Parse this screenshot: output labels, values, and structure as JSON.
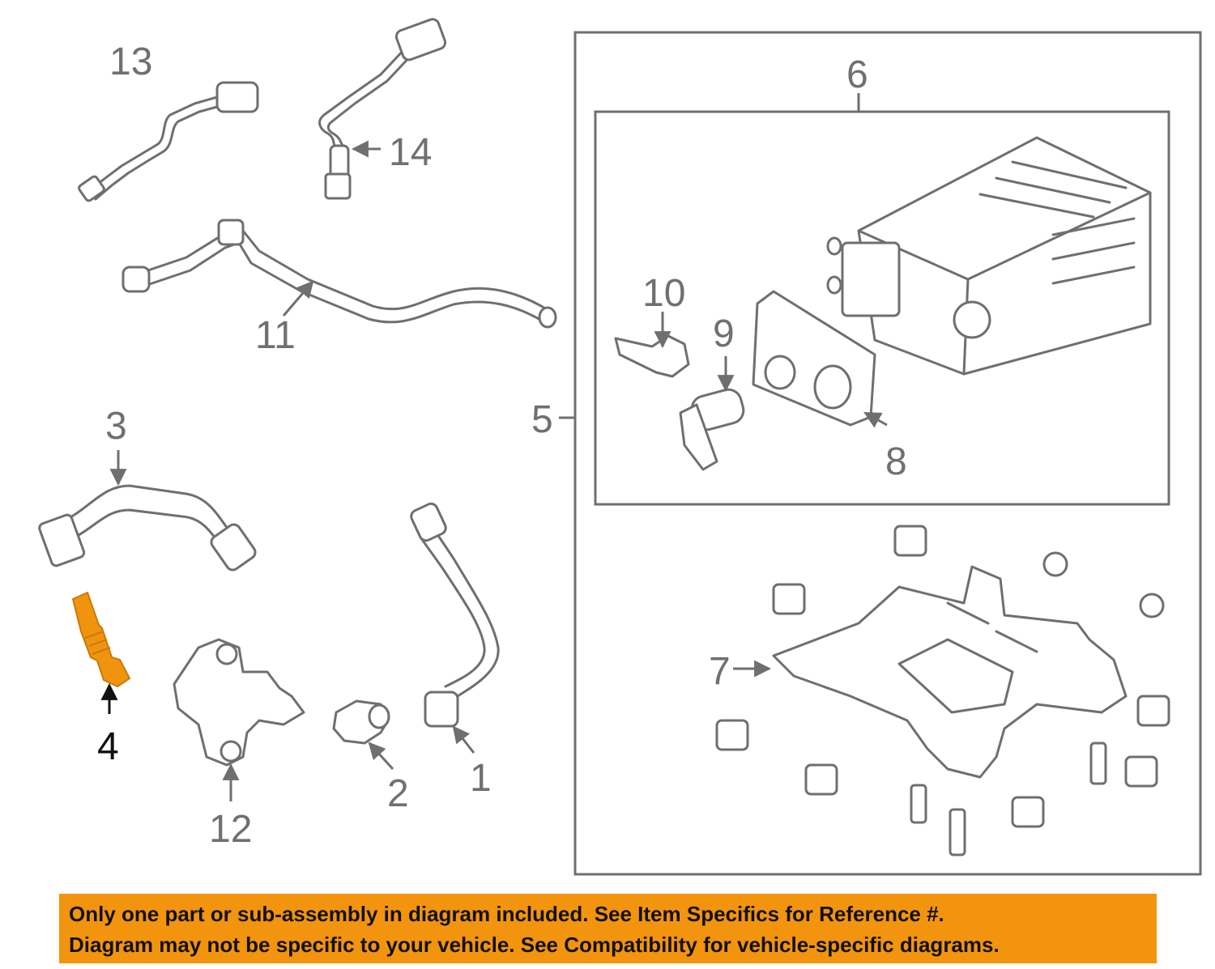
{
  "colors": {
    "line": "#6f6f6f",
    "highlight_part": "#f0940f",
    "highlight_label": "#111111",
    "banner": "#f3940f",
    "background": "#ffffff"
  },
  "callouts": {
    "c1": "1",
    "c2": "2",
    "c3": "3",
    "c4": "4",
    "c5": "5",
    "c6": "6",
    "c7": "7",
    "c8": "8",
    "c9": "9",
    "c10": "10",
    "c11": "11",
    "c12": "12",
    "c13": "13",
    "c14": "14"
  },
  "highlighted_part": "4",
  "disclaimer": {
    "line1": "Only one part or sub-assembly in diagram included. See Item Specifics for Reference #.",
    "line2": "Diagram may not be specific to your vehicle. See Compatibility for vehicle-specific diagrams."
  }
}
